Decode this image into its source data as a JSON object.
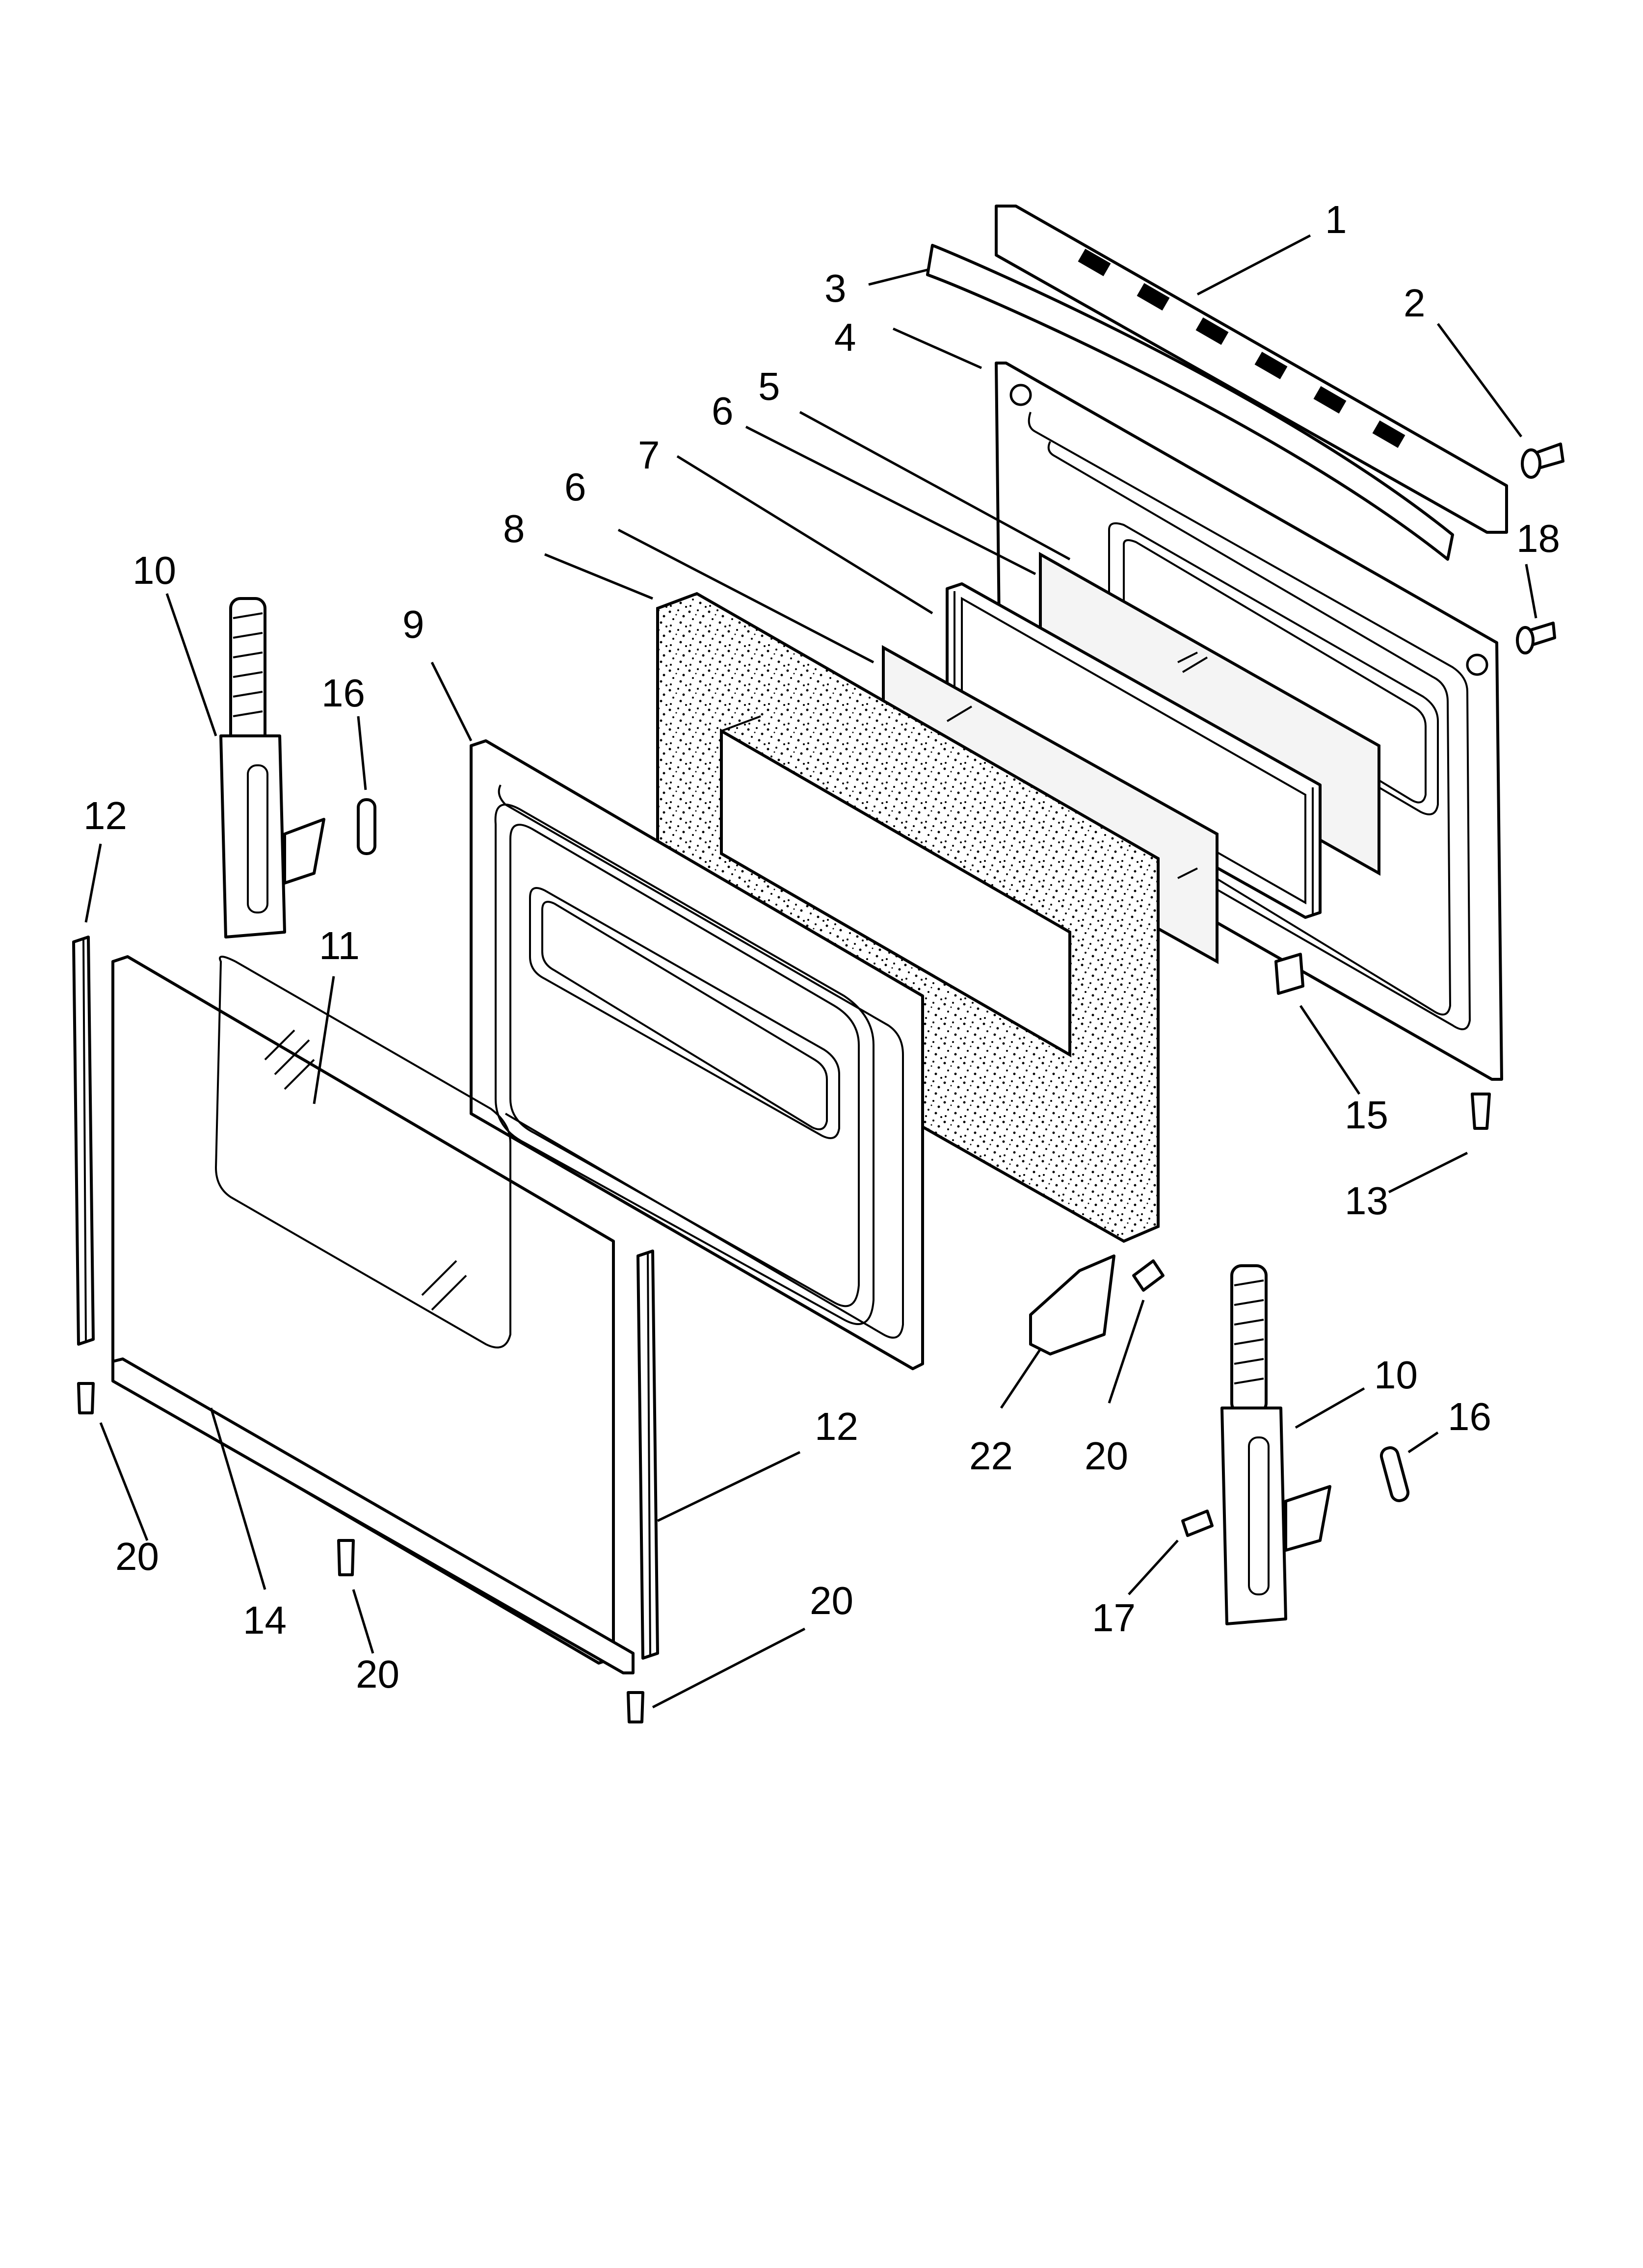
{
  "diagram": {
    "callouts": [
      {
        "id": "c1",
        "text": "1"
      },
      {
        "id": "c2",
        "text": "2"
      },
      {
        "id": "c3",
        "text": "3"
      },
      {
        "id": "c4",
        "text": "4"
      },
      {
        "id": "c5",
        "text": "5"
      },
      {
        "id": "c6a",
        "text": "6"
      },
      {
        "id": "c7",
        "text": "7"
      },
      {
        "id": "c6b",
        "text": "6"
      },
      {
        "id": "c8",
        "text": "8"
      },
      {
        "id": "c9",
        "text": "9"
      },
      {
        "id": "c10a",
        "text": "10"
      },
      {
        "id": "c16a",
        "text": "16"
      },
      {
        "id": "c18",
        "text": "18"
      },
      {
        "id": "c12a",
        "text": "12"
      },
      {
        "id": "c11",
        "text": "11"
      },
      {
        "id": "c15",
        "text": "15"
      },
      {
        "id": "c13",
        "text": "13"
      },
      {
        "id": "c20a",
        "text": "20"
      },
      {
        "id": "c14",
        "text": "14"
      },
      {
        "id": "c20b",
        "text": "20"
      },
      {
        "id": "c12b",
        "text": "12"
      },
      {
        "id": "c22",
        "text": "22"
      },
      {
        "id": "c20c",
        "text": "20"
      },
      {
        "id": "c10b",
        "text": "10"
      },
      {
        "id": "c16b",
        "text": "16"
      },
      {
        "id": "c17",
        "text": "17"
      },
      {
        "id": "c20d",
        "text": "20"
      }
    ]
  }
}
